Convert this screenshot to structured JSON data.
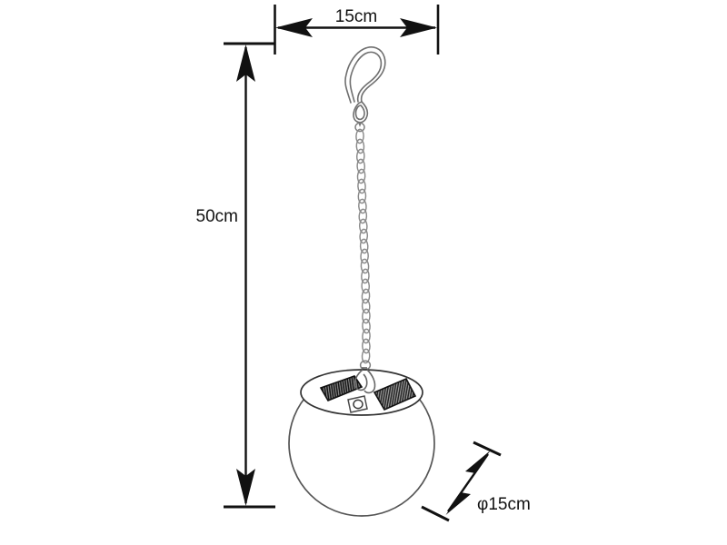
{
  "drawing": {
    "title": "Hanging solar ball lamp dimension drawing",
    "background_color": "#ffffff",
    "line_color": "#111111",
    "outline_color": "#555555",
    "panel_color": "#1a1a1a"
  },
  "dimensions": {
    "width": {
      "label": "15cm",
      "name": "top-width-dimension",
      "orientation": "horizontal",
      "value": 15,
      "unit": "cm"
    },
    "height": {
      "label": "50cm",
      "name": "left-height-dimension",
      "orientation": "vertical",
      "value": 50,
      "unit": "cm"
    },
    "diameter": {
      "label": "φ15cm",
      "name": "ball-diameter-dimension",
      "orientation": "diagonal",
      "value": 15,
      "unit": "cm",
      "symbol": "φ"
    }
  },
  "parts": {
    "hook": "s-hook",
    "chain": "link-chain",
    "ball": "frosted-glass-globe",
    "solar_panel_left": "solar-panel",
    "solar_panel_right": "solar-panel",
    "sensor": "light-sensor"
  }
}
